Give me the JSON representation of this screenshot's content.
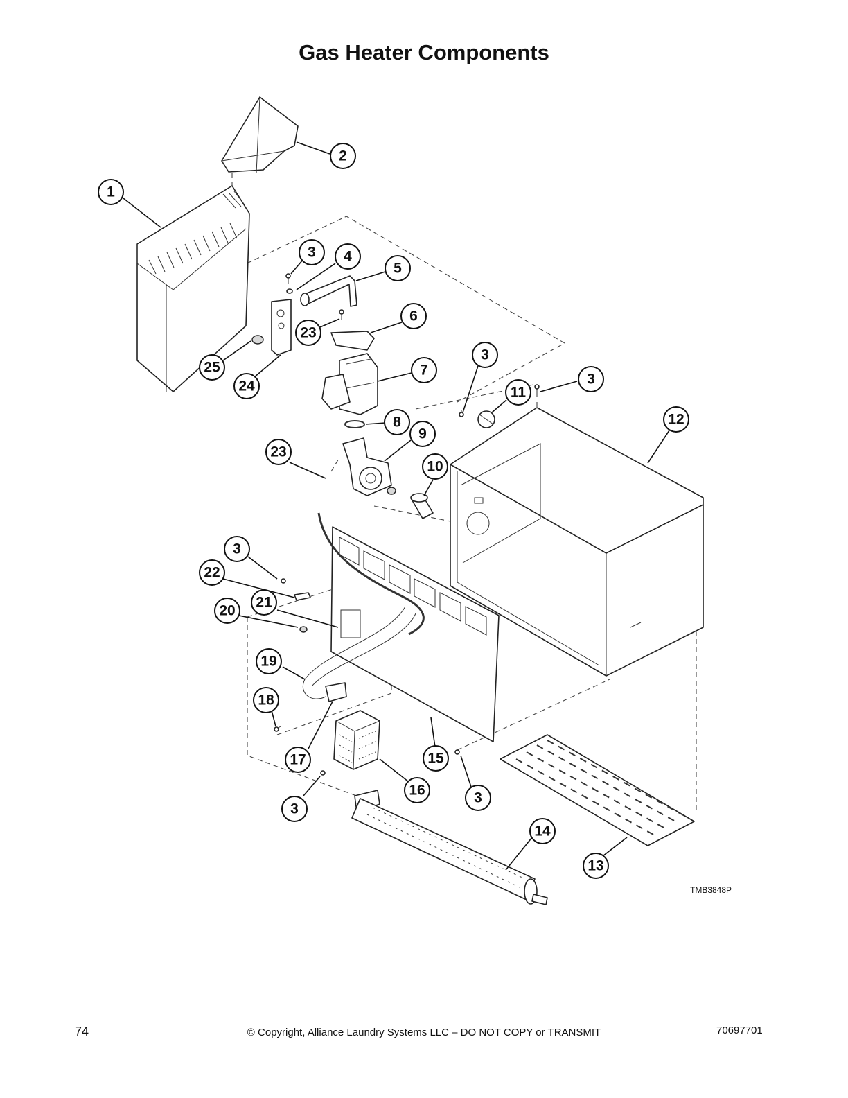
{
  "title": "Gas Heater Components",
  "figure_code": "TMB3848P",
  "footer": {
    "page_number": "74",
    "copyright": "© Copyright, Alliance Laundry Systems LLC – DO NOT COPY or TRANSMIT",
    "doc_number": "70697701"
  },
  "callouts": [
    "1",
    "2",
    "3",
    "4",
    "5",
    "3",
    "23",
    "6",
    "25",
    "24",
    "7",
    "3",
    "11",
    "3",
    "12",
    "8",
    "9",
    "23",
    "10",
    "3",
    "22",
    "21",
    "20",
    "19",
    "18",
    "17",
    "15",
    "16",
    "3",
    "3",
    "14",
    "13"
  ]
}
